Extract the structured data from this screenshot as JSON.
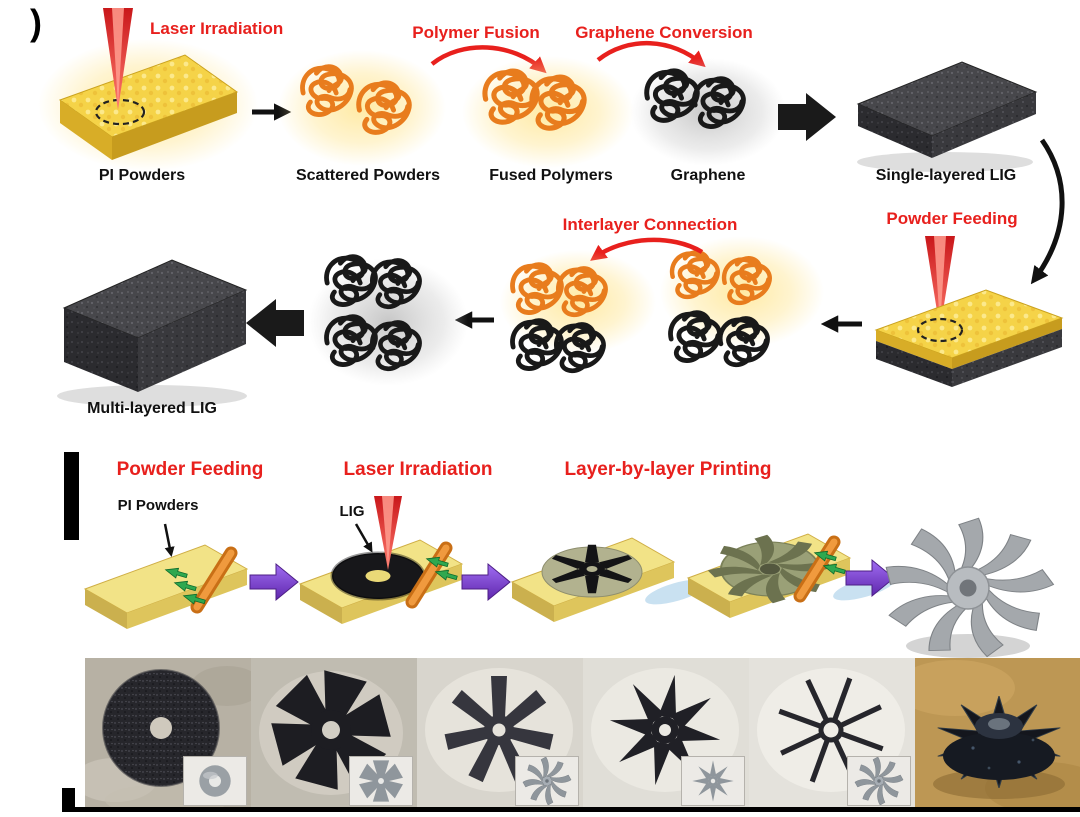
{
  "figure": {
    "panel_a": {
      "tag": ")",
      "labels": {
        "laser_irradiation": "Laser Irradiation",
        "pi_powders": "PI Powders",
        "scattered_powders": "Scattered Powders",
        "polymer_fusion": "Polymer Fusion",
        "fused_polymers": "Fused Polymers",
        "graphene_conversion": "Graphene Conversion",
        "graphene": "Graphene",
        "single_layered_lig": "Single-layered LIG",
        "powder_feeding": "Powder Feeding",
        "interlayer_connection": "Interlayer Connection",
        "multi_layered_lig": "Multi-layered LIG"
      }
    },
    "panel_b": {
      "labels": {
        "powder_feeding": "Powder Feeding",
        "laser_irradiation": "Laser Irradiation",
        "layer_by_layer_printing": "Layer-by-layer Printing",
        "pi_powders": "PI Powders",
        "lig": "LIG"
      },
      "photo_steps": [
        "printed-disc",
        "gear-6-blade",
        "gear-7-spoke",
        "star-8-blade",
        "star-8-thin",
        "finished-turbine"
      ]
    },
    "palette": {
      "label_red": "#e8201d",
      "pi_yellow": "#f2cf3c",
      "polymer_orange": "#e87c1d",
      "graphene_black": "#191919",
      "lig_gray": "#47474b",
      "arrow_purple": "#7a3bd4",
      "roller_orange": "#e8862a",
      "feed_arrow_green": "#2fa84f"
    }
  }
}
